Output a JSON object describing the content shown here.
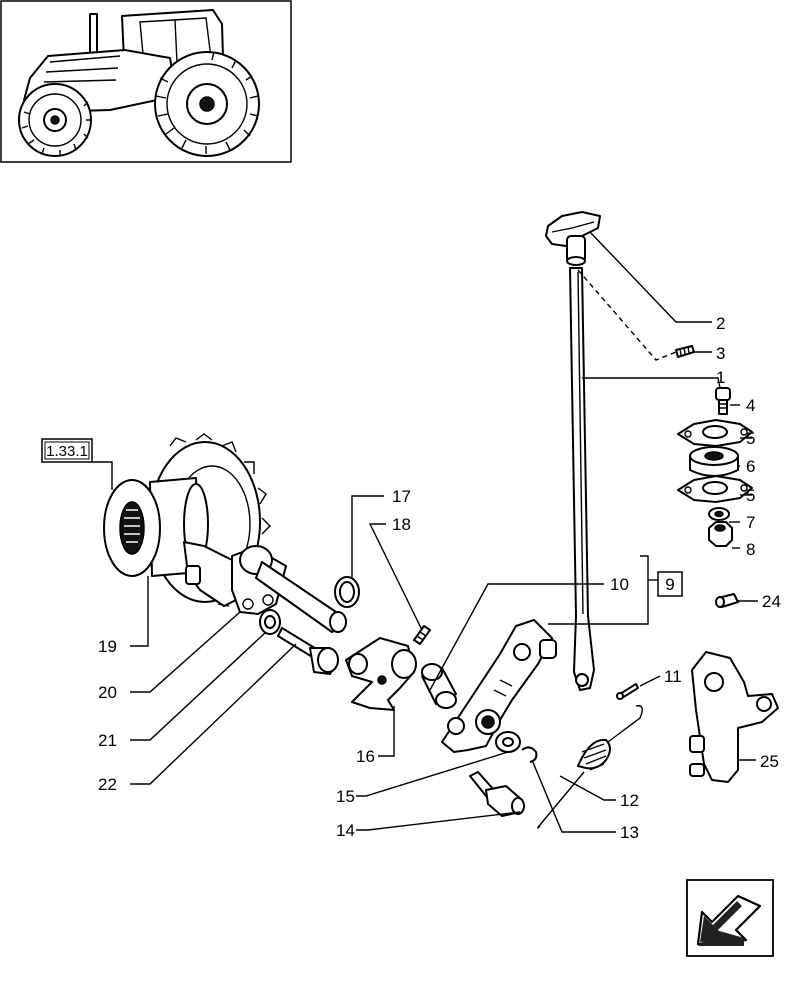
{
  "diagram": {
    "callouts": {
      "c1": "1",
      "c2": "2",
      "c3": "3",
      "c4": "4",
      "c5a": "5",
      "c5b": "5",
      "c6": "6",
      "c7": "7",
      "c8": "8",
      "c10": "10",
      "c11": "11",
      "c12": "12",
      "c13": "13",
      "c14": "14",
      "c15": "15",
      "c16": "16",
      "c17": "17",
      "c18": "18",
      "c19": "19",
      "c20": "20",
      "c21": "21",
      "c22": "22",
      "c24": "24",
      "c25": "25"
    },
    "group_ref": "9",
    "section_ref": "1.33.1"
  },
  "icons": {
    "thumbnail": "tractor-icon",
    "nav": "next-page-arrow-icon"
  }
}
